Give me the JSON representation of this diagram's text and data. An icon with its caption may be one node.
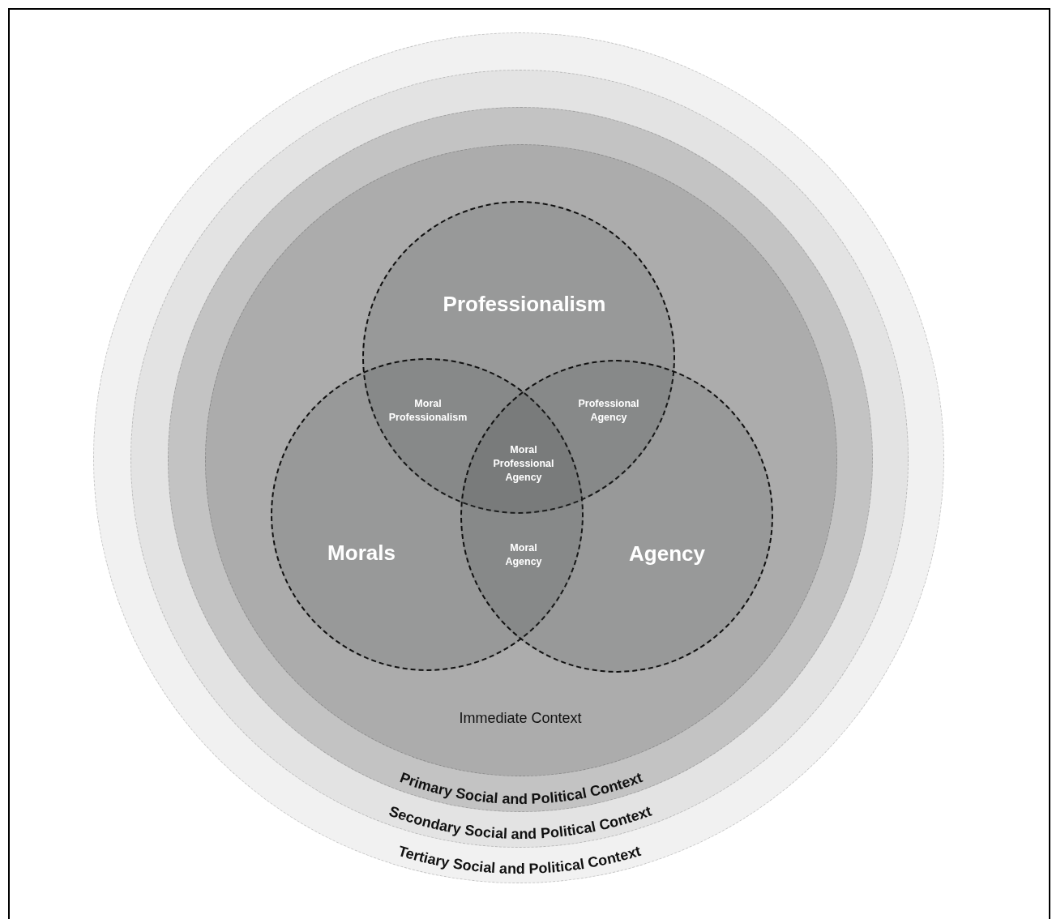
{
  "diagram": {
    "nodes": [
      {
        "text": [
          "Tertiary Social and Political Context"
        ]
      },
      {
        "text": [
          "Secondary Social and Political Context"
        ],
        "in": 0
      },
      {
        "text": [
          "Primary Social and Political Context"
        ],
        "in": 1
      },
      {
        "text": [
          "Immediate Context"
        ],
        "in": 2
      },
      {
        "text": [
          "Professionalism"
        ],
        "in": 3
      },
      {
        "text": [
          "Morals"
        ],
        "in": 3
      },
      {
        "text": [
          "Agency"
        ],
        "in": 3
      }
    ],
    "labels": [
      "Moral Professionalism",
      "Professional Agency",
      "Moral Professional Agency",
      "Moral Agency"
    ]
  }
}
